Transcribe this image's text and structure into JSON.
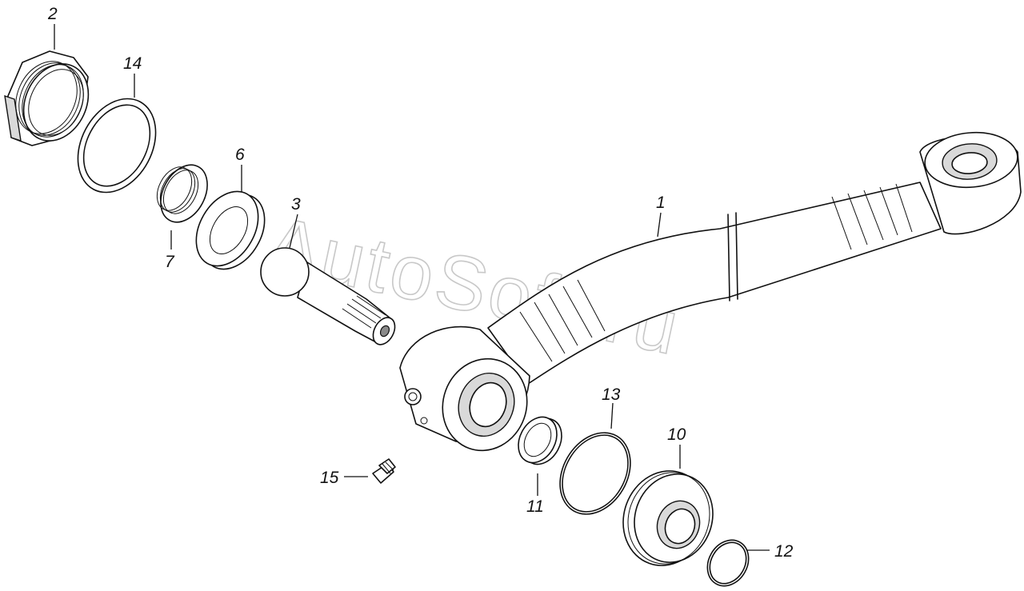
{
  "watermark": "AutoSoft.ru",
  "callouts": [
    {
      "id": "c1",
      "text": "1"
    },
    {
      "id": "c2",
      "text": "2"
    },
    {
      "id": "c3",
      "text": "3"
    },
    {
      "id": "c6",
      "text": "6"
    },
    {
      "id": "c7",
      "text": "7"
    },
    {
      "id": "c10",
      "text": "10"
    },
    {
      "id": "c11",
      "text": "11"
    },
    {
      "id": "c12",
      "text": "12"
    },
    {
      "id": "c13",
      "text": "13"
    },
    {
      "id": "c14",
      "text": "14"
    },
    {
      "id": "c15",
      "text": "15"
    }
  ],
  "colors": {
    "line": "#111111",
    "watermark": "#c8c8c8",
    "background": "#ffffff"
  }
}
